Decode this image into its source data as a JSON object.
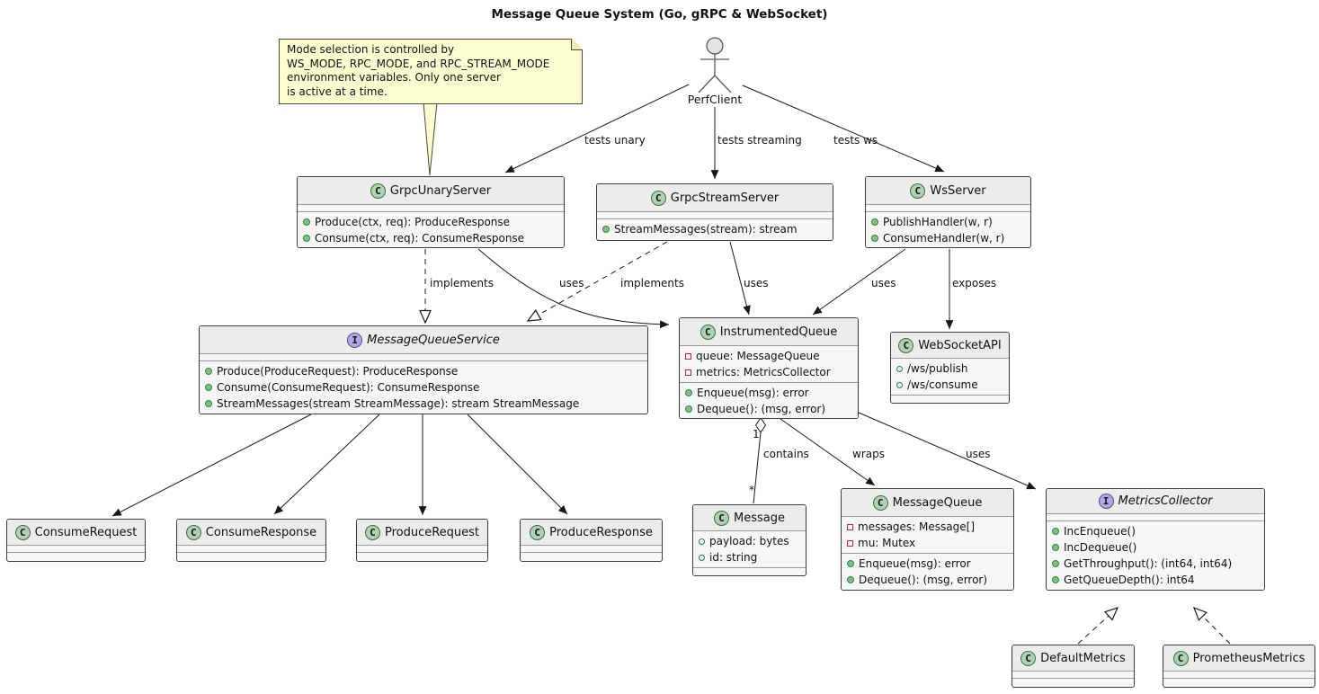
{
  "title": "Message Queue System (Go, gRPC & WebSocket)",
  "note": {
    "lines": [
      "Mode selection is controlled by",
      "WS_MODE, RPC_MODE, and RPC_STREAM_MODE",
      "environment variables. Only one server",
      "is active at a time."
    ]
  },
  "actor": {
    "label": "PerfClient"
  },
  "colors": {
    "class_icon_bg": "#ADD1B2",
    "interface_icon_bg": "#B4A7E5",
    "note_bg": "#FDFDD2",
    "box_header_bg": "#ECECEC",
    "box_body_bg": "#F6F6F6",
    "method_dot": "#84BE84",
    "private_field_border": "#C82930",
    "public_field_border": "#1E8449",
    "edge_color": "#181818"
  },
  "classes": [
    {
      "icon": "C",
      "name": "GrpcUnaryServer",
      "methods": [
        "Produce(ctx, req): ProduceResponse",
        "Consume(ctx, req): ConsumeResponse"
      ]
    },
    {
      "icon": "C",
      "name": "GrpcStreamServer",
      "methods": [
        "StreamMessages(stream): stream"
      ]
    },
    {
      "icon": "C",
      "name": "WsServer",
      "methods": [
        "PublishHandler(w, r)",
        "ConsumeHandler(w, r)"
      ]
    },
    {
      "icon": "I",
      "name": "MessageQueueService",
      "methods": [
        "Produce(ProduceRequest): ProduceResponse",
        "Consume(ConsumeRequest): ConsumeResponse",
        "StreamMessages(stream StreamMessage): stream StreamMessage"
      ]
    },
    {
      "icon": "C",
      "name": "InstrumentedQueue",
      "fields": [
        "queue: MessageQueue",
        "metrics: MetricsCollector"
      ],
      "methods": [
        "Enqueue(msg): error",
        "Dequeue(): (msg, error)"
      ]
    },
    {
      "icon": "C",
      "name": "WebSocketAPI",
      "fields": [
        "/ws/publish",
        "/ws/consume"
      ]
    },
    {
      "icon": "C",
      "name": "ConsumeRequest"
    },
    {
      "icon": "C",
      "name": "ConsumeResponse"
    },
    {
      "icon": "C",
      "name": "ProduceRequest"
    },
    {
      "icon": "C",
      "name": "ProduceResponse"
    },
    {
      "icon": "C",
      "name": "Message",
      "fields": [
        "payload: bytes",
        "id: string"
      ]
    },
    {
      "icon": "C",
      "name": "MessageQueue",
      "fields": [
        "messages: Message[]",
        "mu: Mutex"
      ],
      "methods": [
        "Enqueue(msg): error",
        "Dequeue(): (msg, error)"
      ]
    },
    {
      "icon": "I",
      "name": "MetricsCollector",
      "methods": [
        "IncEnqueue()",
        "IncDequeue()",
        "GetThroughput(): (int64, int64)",
        "GetQueueDepth(): int64"
      ]
    },
    {
      "icon": "C",
      "name": "DefaultMetrics"
    },
    {
      "icon": "C",
      "name": "PrometheusMetrics"
    }
  ],
  "edge_labels": {
    "tests_unary": "tests unary",
    "tests_streaming": "tests streaming",
    "tests_ws": "tests ws",
    "implements_unary": "implements",
    "uses_unary": "uses",
    "implements_stream": "implements",
    "uses_stream": "uses",
    "uses_ws": "uses",
    "exposes": "exposes",
    "contains": "contains",
    "wraps": "wraps",
    "uses_metrics": "uses",
    "mult_one": "1",
    "mult_many": "*"
  }
}
